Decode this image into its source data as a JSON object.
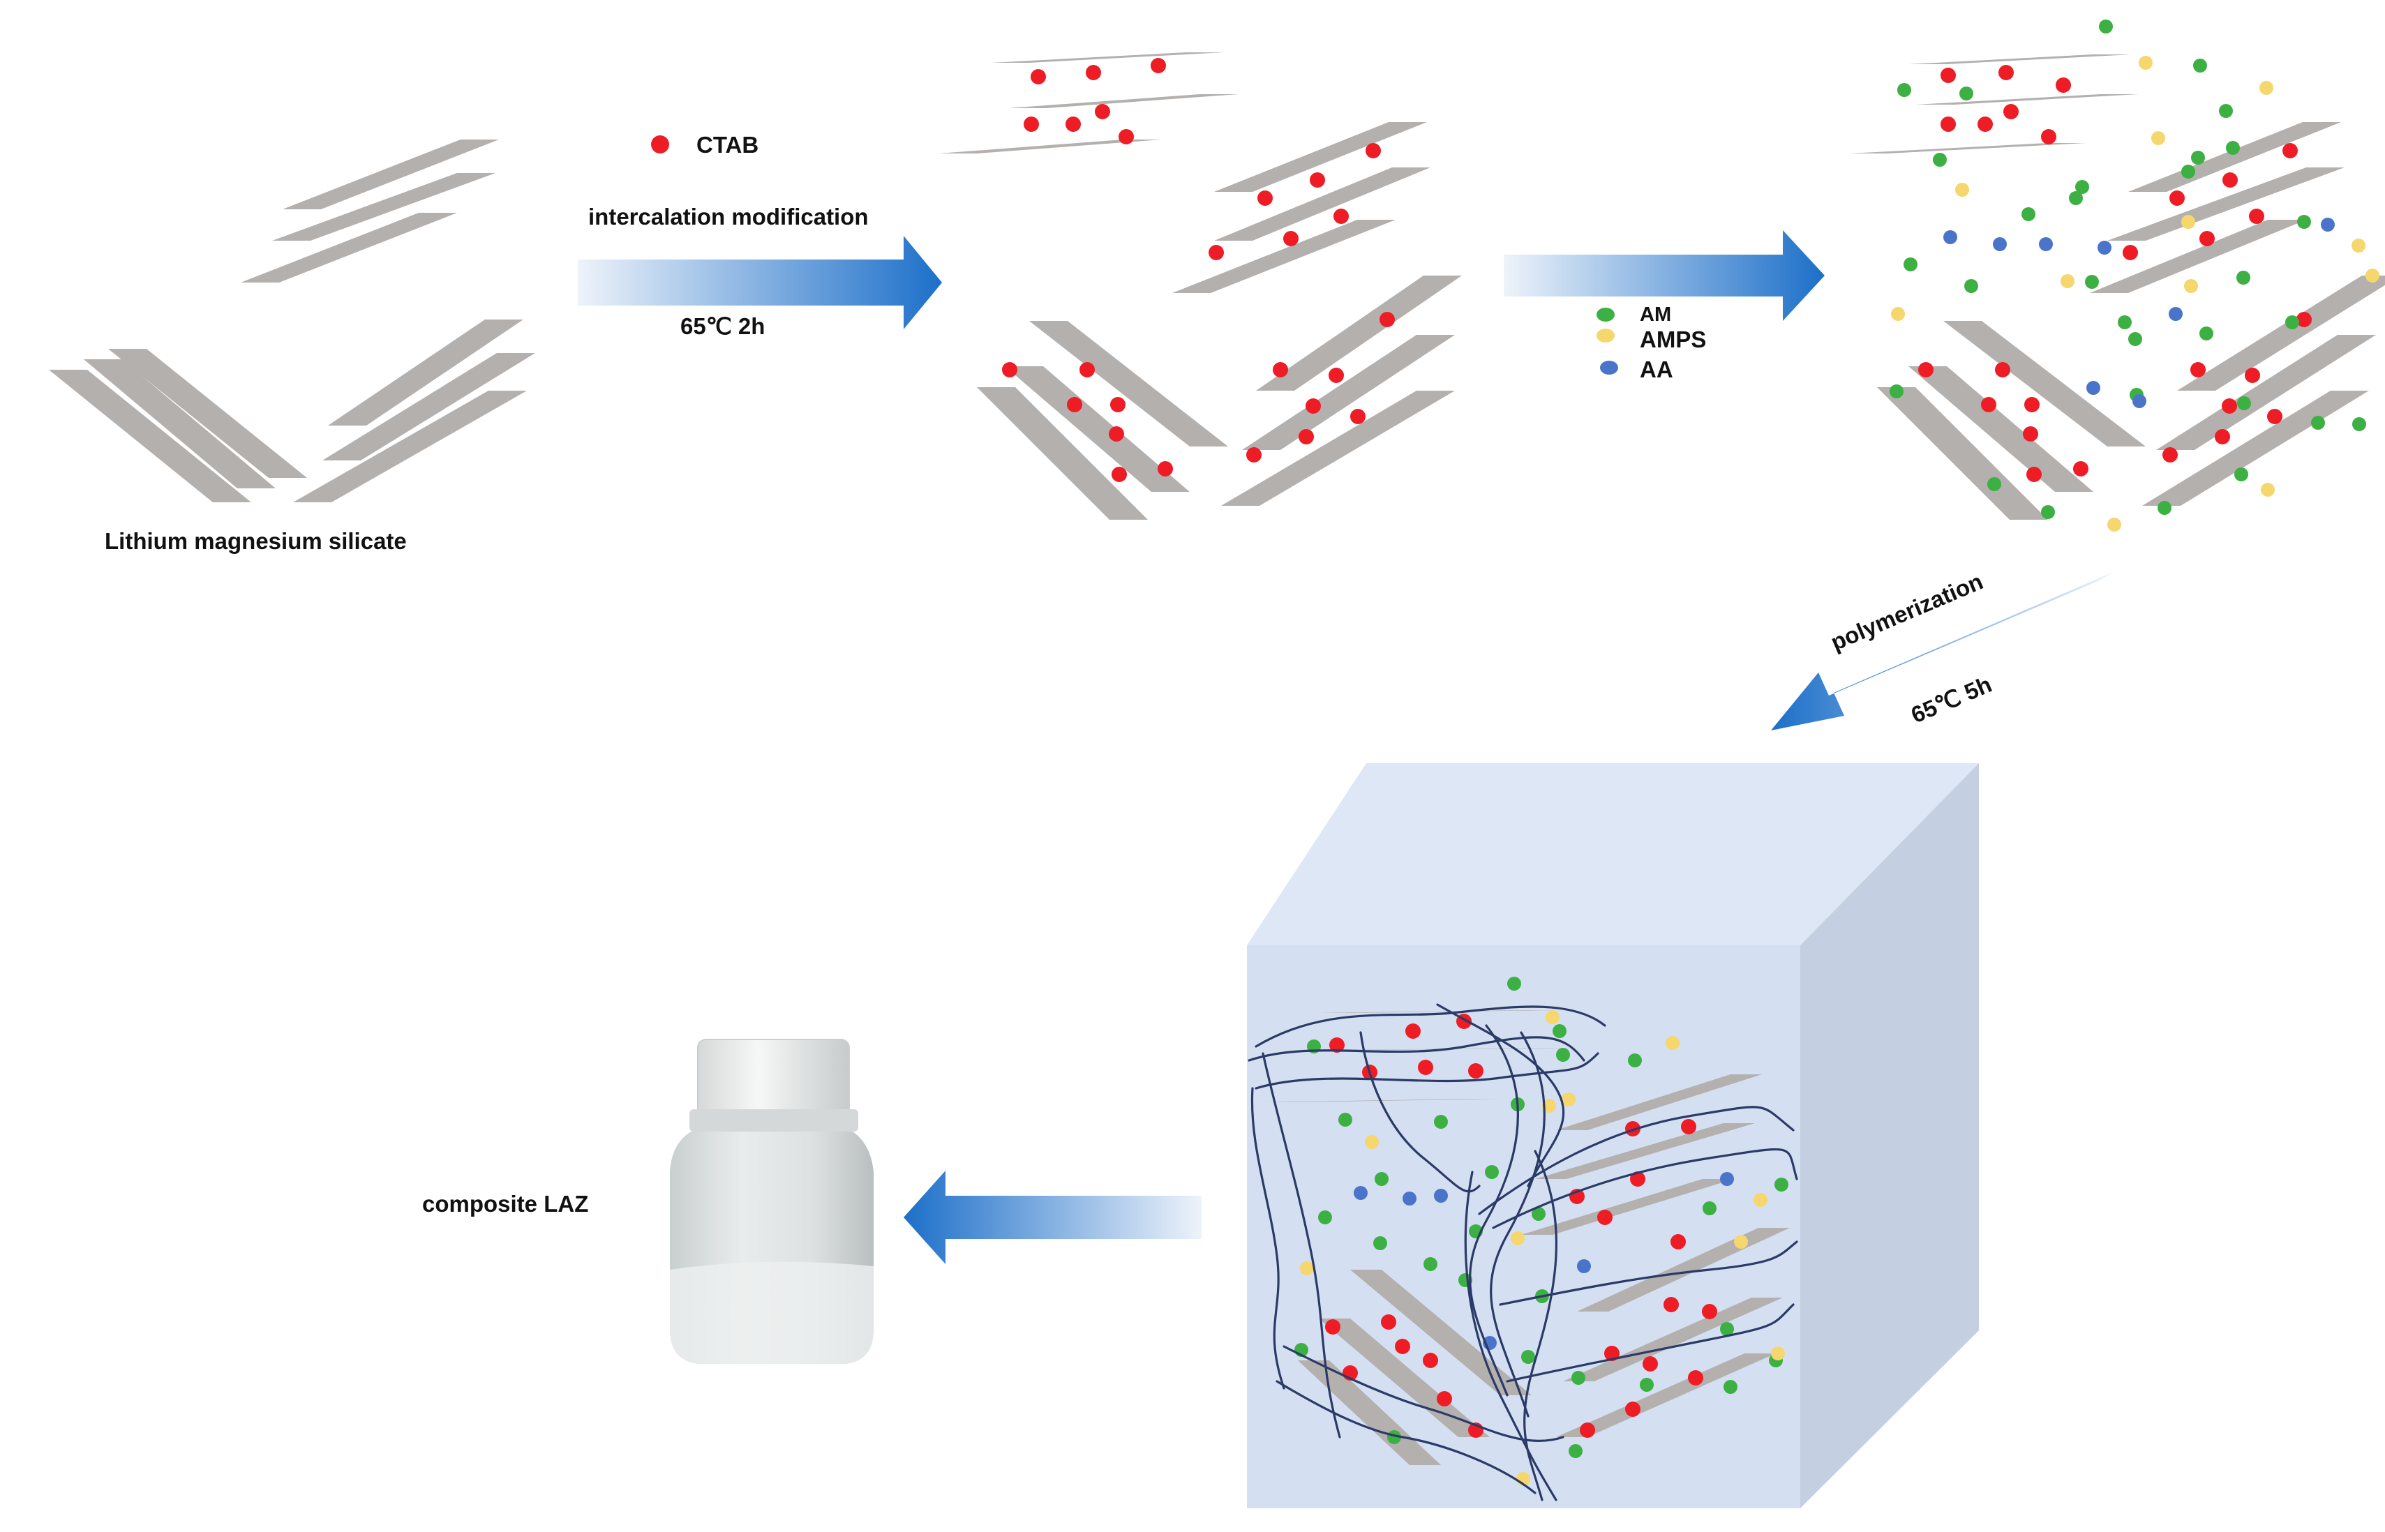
{
  "labels": {
    "raw_material": "Lithium magnesium silicate",
    "ctab_legend": "CTAB",
    "step1_process": "intercalation modification",
    "step1_conditions": "65℃  2h",
    "monomer_am": "AM",
    "monomer_amps": "AMPS",
    "monomer_aa": "AA",
    "step3_process": "polymerization",
    "step3_conditions": "65℃ 5h",
    "product": "composite LAZ"
  },
  "colors": {
    "sheet": "#b3b0ae",
    "ctab": "#ee1c25",
    "am": "#3cb043",
    "amps": "#f5d76e",
    "aa": "#4a74c9",
    "arrow_dark": "#1c6fc9",
    "arrow_light": "#e6eef8",
    "cube_front": "#d4e0f2",
    "cube_top": "#dee7f6",
    "cube_side": "#c4cfe1",
    "polymer_chain": "#2b3a66"
  },
  "icons": {
    "sheet": "clay-platelet-icon",
    "ctab": "red-dot-icon",
    "am": "green-dot-icon",
    "amps": "yellow-dot-icon",
    "aa": "blue-dot-icon",
    "product": "bottle-icon"
  }
}
